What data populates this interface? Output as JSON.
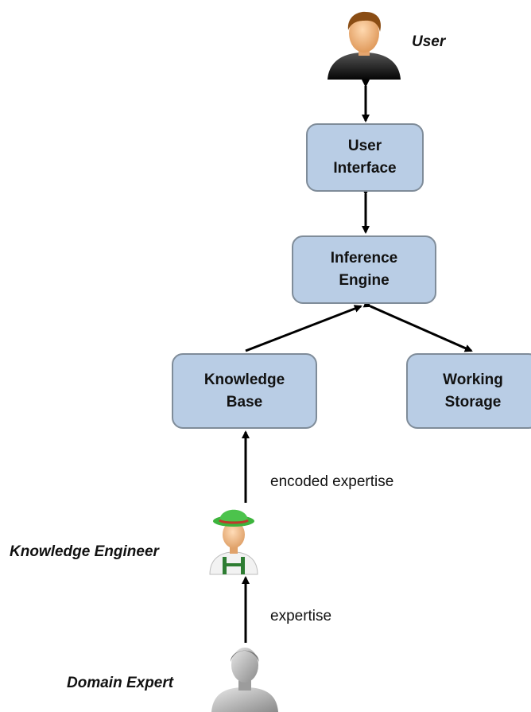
{
  "actors": {
    "user": {
      "label": "User",
      "icon": "user-person-icon"
    },
    "knowledge_engineer": {
      "label": "Knowledge Engineer",
      "icon": "knowledge-engineer-person-icon"
    },
    "domain_expert": {
      "label": "Domain Expert",
      "icon": "domain-expert-person-icon"
    }
  },
  "nodes": {
    "user_interface": {
      "label": "User\nInterface"
    },
    "inference_engine": {
      "label": "Inference\nEngine"
    },
    "knowledge_base": {
      "label": "Knowledge\nBase"
    },
    "working_storage": {
      "label": "Working\nStorage"
    }
  },
  "edges": [
    {
      "from": "user",
      "to": "user_interface",
      "direction": "both"
    },
    {
      "from": "user_interface",
      "to": "inference_engine",
      "direction": "both"
    },
    {
      "from": "knowledge_base",
      "to": "inference_engine",
      "direction": "forward"
    },
    {
      "from": "inference_engine",
      "to": "working_storage",
      "direction": "both"
    },
    {
      "from": "knowledge_engineer",
      "to": "knowledge_base",
      "direction": "forward",
      "label": "encoded expertise"
    },
    {
      "from": "domain_expert",
      "to": "knowledge_engineer",
      "direction": "forward",
      "label": "expertise"
    }
  ],
  "colors": {
    "box_fill": "#b9cde5",
    "box_border": "#7f8c99",
    "arrow": "#000000",
    "hat_green": "#3cb43c",
    "hat_band": "#c0392b",
    "suspenders": "#2e7d32"
  }
}
